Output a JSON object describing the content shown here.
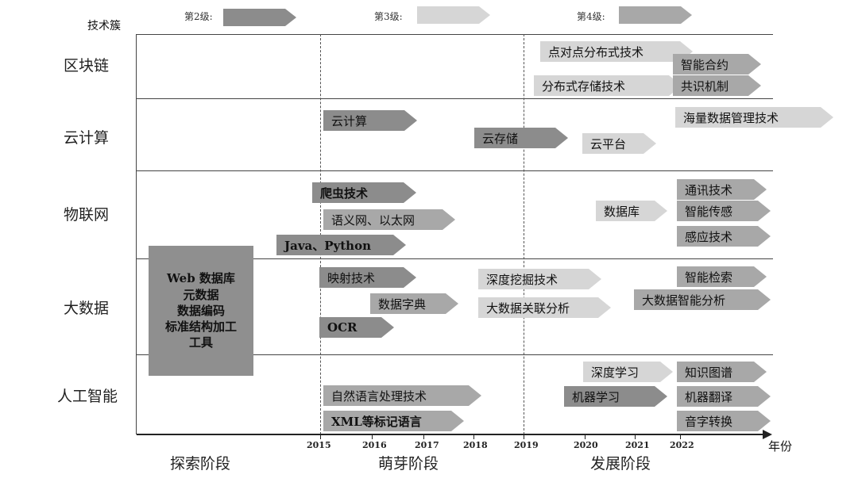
{
  "header": {
    "tech_cluster_label": "技术簇",
    "levels": [
      {
        "label": "第2级:",
        "color": "#8c8c8c"
      },
      {
        "label": "第3级:",
        "color": "#d6d6d6"
      },
      {
        "label": "第4级:",
        "color": "#a8a8a8"
      }
    ]
  },
  "rows": [
    "区块链",
    "云计算",
    "物联网",
    "大数据",
    "人工智能"
  ],
  "explore_box": [
    "Web 数据库",
    "元数据",
    "数据编码",
    "标准结构加工",
    "工具"
  ],
  "technologies": {
    "blockchain": [
      "点对点分布式技术",
      "智能合约",
      "分布式存储技术",
      "共识机制"
    ],
    "cloud": [
      "云计算",
      "云存储",
      "云平台",
      "海量数据管理技术"
    ],
    "iot": [
      "爬虫技术",
      "语义网、以太网",
      "Java、Python",
      "数据库",
      "通讯技术",
      "智能传感",
      "感应技术"
    ],
    "bigdata": [
      "映射技术",
      "数据字典",
      "OCR",
      "深度挖掘技术",
      "大数据关联分析",
      "智能检索",
      "大数据智能分析"
    ],
    "ai": [
      "自然语言处理技术",
      "XML等标记语言",
      "深度学习",
      "机器学习",
      "知识图谱",
      "机器翻译",
      "音字转换"
    ]
  },
  "axis": {
    "years": [
      "2015",
      "2016",
      "2017",
      "2018",
      "2019",
      "2020",
      "2021",
      "2022"
    ],
    "unit_label": "年份"
  },
  "stages": [
    "探索阶段",
    "萌芽阶段",
    "发展阶段"
  ]
}
